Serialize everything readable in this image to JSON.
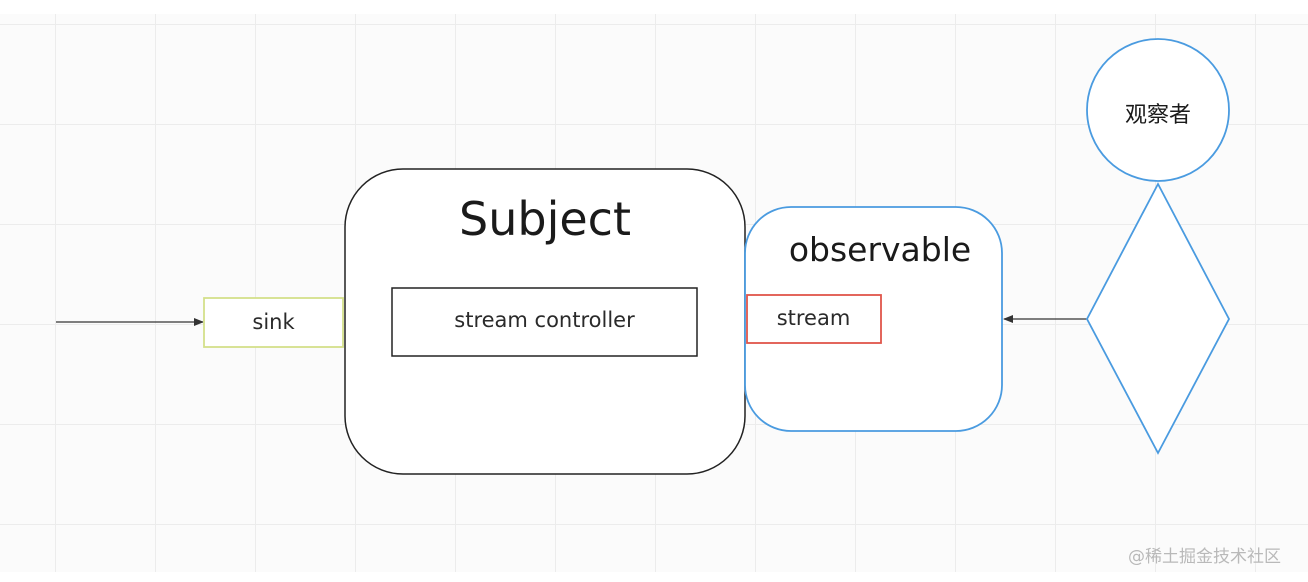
{
  "nodes": {
    "subject": "Subject",
    "stream_controller": "stream controller",
    "sink": "sink",
    "observable": "observable",
    "stream": "stream",
    "observer": "观察者"
  },
  "watermark": "@稀土掘金技术社区",
  "colors": {
    "subject_border": "#222222",
    "controller_border": "#222222",
    "sink_border": "#d4e08a",
    "observable_border": "#4a9be0",
    "stream_border": "#e0564a",
    "observer_border": "#4a9be0",
    "arrow": "#333333"
  }
}
